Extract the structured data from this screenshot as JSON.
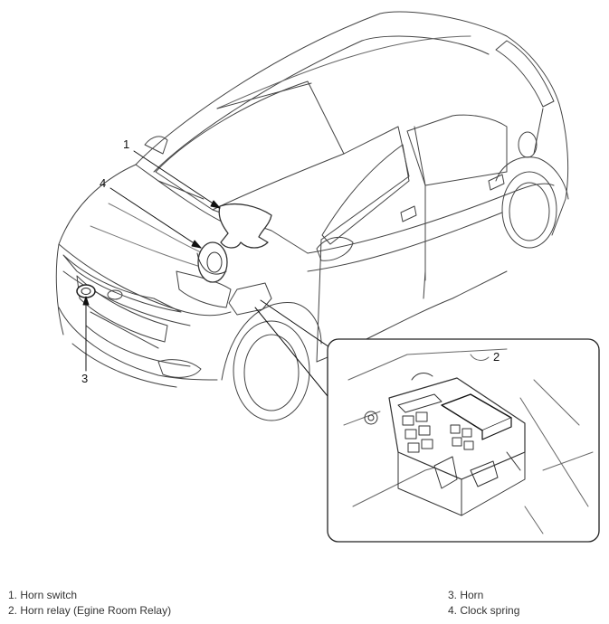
{
  "callouts": {
    "c1": "1",
    "c2": "2",
    "c3": "3",
    "c4": "4"
  },
  "legend": {
    "item1": "1. Horn switch",
    "item2": "2. Horn relay (Egine Room Relay)",
    "item3": "3. Horn",
    "item4": "4. Clock spring"
  }
}
